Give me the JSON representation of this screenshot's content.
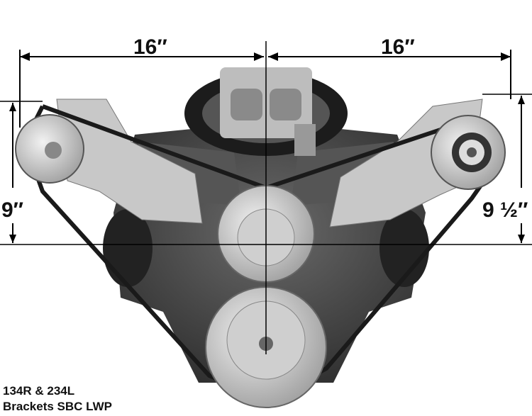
{
  "dimensions": {
    "left_width": "16″",
    "right_width": "16″",
    "left_height": "9″",
    "right_height": "9 ½″"
  },
  "caption": {
    "line1": "134R & 234L",
    "line2": "Brackets SBC LWP"
  }
}
